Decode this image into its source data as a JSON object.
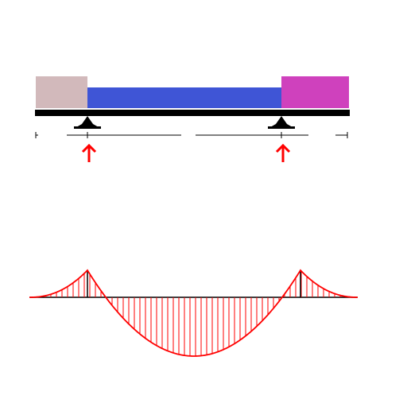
{
  "colors": {
    "background": "#ffffff",
    "load_left": "#d2b9bb",
    "load_middle": "#3f55d6",
    "load_right": "#cf41bd",
    "beam": "#000000",
    "support": "#000000",
    "reaction_arrow": "#ff0000",
    "moment_curve": "#ff0000",
    "dimension_line": "#000000",
    "baseline": "#000000"
  },
  "load_segments": [
    {
      "name": "left-overhang-load",
      "relative_intensity": 1.0
    },
    {
      "name": "span-load",
      "relative_intensity": 0.55
    },
    {
      "name": "right-overhang-load",
      "relative_intensity": 1.0
    }
  ],
  "supports": [
    {
      "name": "left-support",
      "type": "pinned"
    },
    {
      "name": "right-support",
      "type": "pinned"
    }
  ],
  "reactions": [
    {
      "name": "left-reaction",
      "direction": "up"
    },
    {
      "name": "right-reaction",
      "direction": "up"
    }
  ],
  "icons": {
    "support": "triangle-support-icon",
    "reaction": "arrow-up-icon"
  }
}
